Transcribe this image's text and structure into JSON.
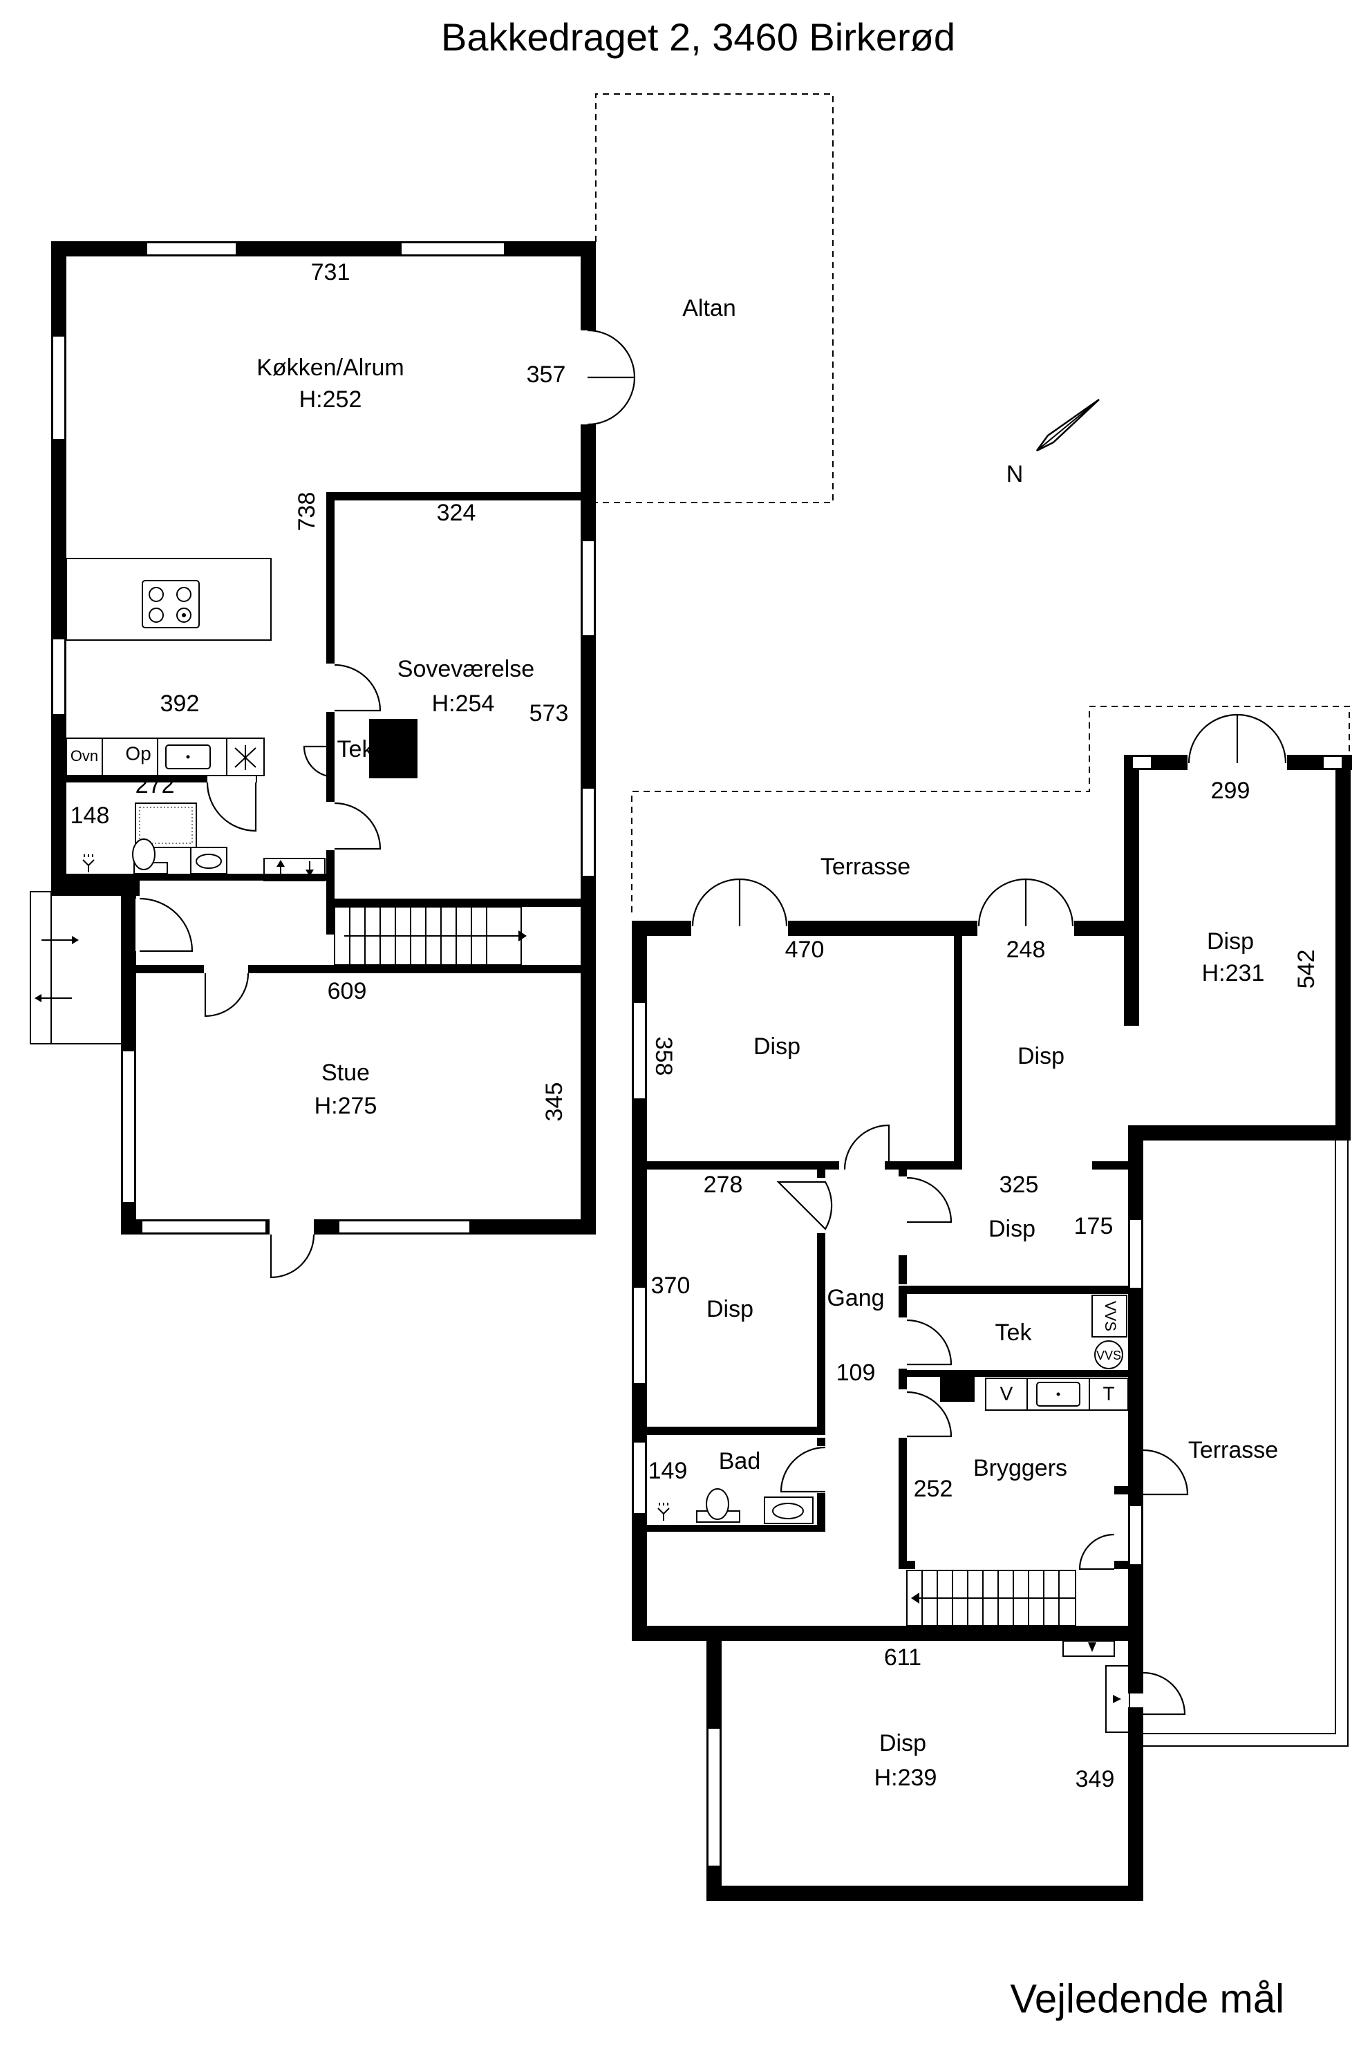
{
  "header": {
    "title": "Bakkedraget 2, 3460 Birkerød"
  },
  "footer": {
    "note": "Vejledende mål"
  },
  "compass": {
    "label": "N"
  },
  "rooms": {
    "altan": {
      "name": "Altan"
    },
    "kokken": {
      "name": "Køkken/Alrum",
      "height": "H:252"
    },
    "sovevaerelse": {
      "name": "Soveværelse",
      "height": "H:254"
    },
    "stue": {
      "name": "Stue",
      "height": "H:275"
    },
    "tek_upper": {
      "name": "Tek"
    },
    "terrasse_top": {
      "name": "Terrasse"
    },
    "disp_a": {
      "name": "Disp"
    },
    "disp_b": {
      "name": "Disp"
    },
    "disp_c": {
      "name": "Disp",
      "height": "H:231"
    },
    "disp_d": {
      "name": "Disp"
    },
    "disp_e": {
      "name": "Disp"
    },
    "gang": {
      "name": "Gang"
    },
    "tek_lower": {
      "name": "Tek"
    },
    "bad": {
      "name": "Bad"
    },
    "bryggers": {
      "name": "Bryggers"
    },
    "terrasse_side": {
      "name": "Terrasse"
    },
    "disp_f": {
      "name": "Disp",
      "height": "H:239"
    }
  },
  "dimensions": {
    "d731": "731",
    "d357": "357",
    "d738": "738",
    "d324": "324",
    "d573": "573",
    "d392": "392",
    "d272": "272",
    "d148": "148",
    "d609": "609",
    "d345": "345",
    "d299": "299",
    "d470": "470",
    "d248": "248",
    "d542": "542",
    "d358": "358",
    "d278": "278",
    "d325": "325",
    "d175": "175",
    "d370": "370",
    "d109": "109",
    "d149": "149",
    "d252": "252",
    "d611": "611",
    "d349": "349"
  },
  "fixtures": {
    "ovn": "Ovn",
    "op": "Op",
    "vvs1": "VVS",
    "vvs2": "VVS",
    "v": "V",
    "t": "T"
  }
}
